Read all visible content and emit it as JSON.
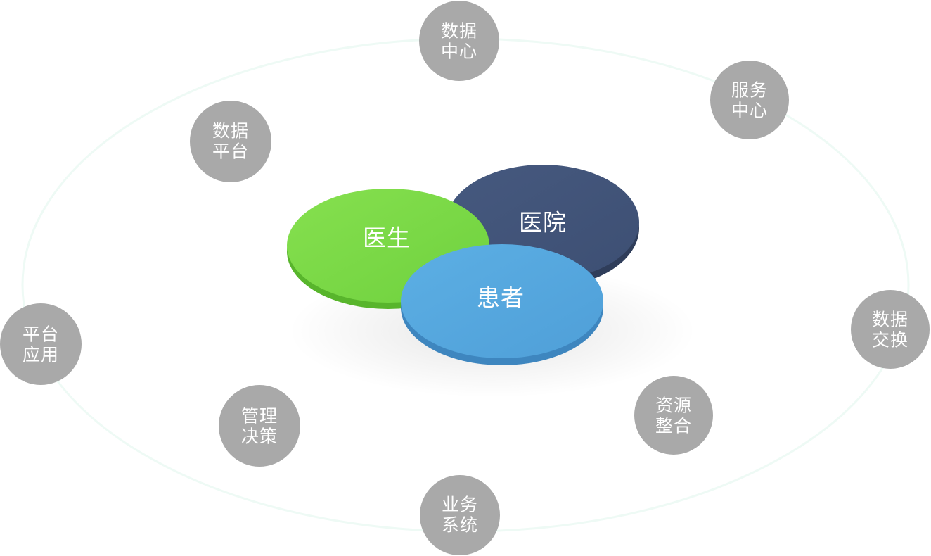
{
  "colors": {
    "background": "#ffffff",
    "orbit": "#eefaf5",
    "node_fill": "#a9a9a9",
    "doctor": "#7ad94a",
    "hospital": "#42547a",
    "patient": "#55a8e0"
  },
  "core": {
    "doctor": "医生",
    "hospital": "医院",
    "patient": "患者"
  },
  "nodes": {
    "data_center": {
      "line1": "数据",
      "line2": "中心"
    },
    "service_center": {
      "line1": "服务",
      "line2": "中心"
    },
    "data_platform": {
      "line1": "数据",
      "line2": "平台"
    },
    "data_exchange": {
      "line1": "数据",
      "line2": "交换"
    },
    "platform_apps": {
      "line1": "平台",
      "line2": "应用"
    },
    "resource_integration": {
      "line1": "资源",
      "line2": "整合"
    },
    "management_decision": {
      "line1": "管理",
      "line2": "决策"
    },
    "business_systems": {
      "line1": "业务",
      "line2": "系统"
    }
  }
}
